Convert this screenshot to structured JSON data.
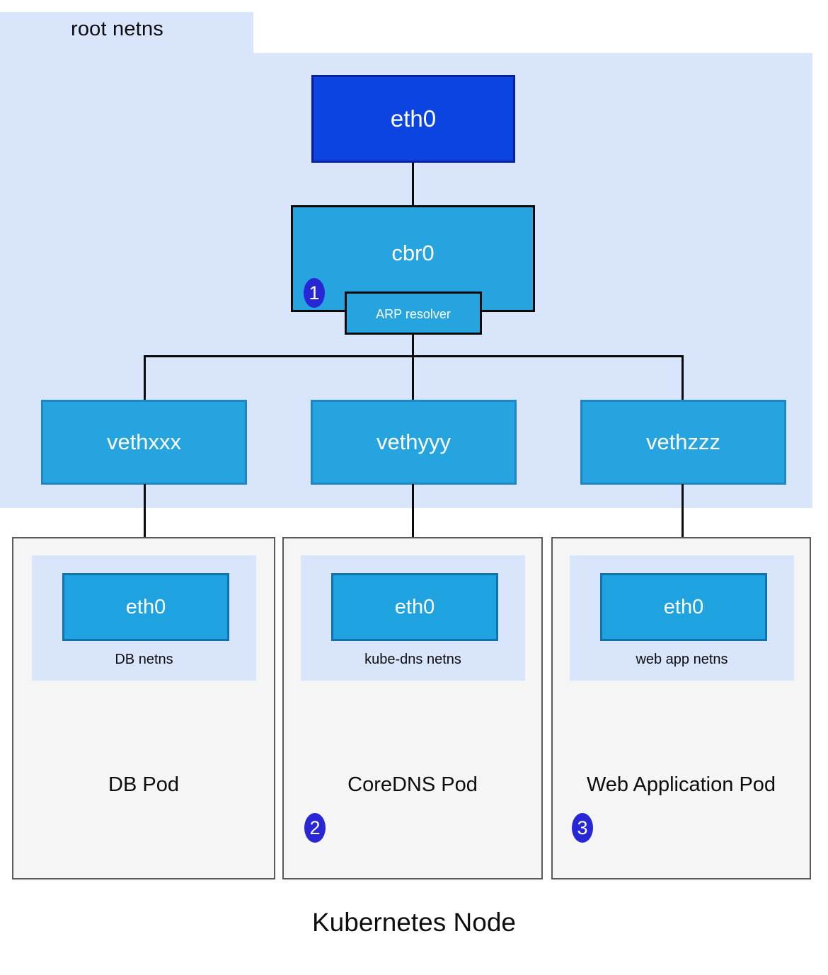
{
  "diagram": {
    "caption": "Kubernetes Node",
    "root_namespace": {
      "label": "root netns",
      "color": "#d9e5fb"
    },
    "nodes": {
      "host_nic": {
        "label": "eth0",
        "color": "#0b44e0",
        "border": "#0a1f9e"
      },
      "bridge": {
        "label": "cbr0",
        "color": "#25a4e0",
        "border": "#0a0a0a"
      },
      "arp_resolver": {
        "label": "ARP resolver",
        "color": "#25a4e0",
        "border": "#0a0a0a"
      }
    },
    "veth_pairs": [
      {
        "label": "vethxxx"
      },
      {
        "label": "vethyyy"
      },
      {
        "label": "vethzzz"
      }
    ],
    "pods": [
      {
        "title": "DB Pod",
        "netns_label": "DB netns",
        "interface_label": "eth0",
        "badge": null
      },
      {
        "title": "CoreDNS Pod",
        "netns_label": "kube-dns netns",
        "interface_label": "eth0",
        "badge": "2"
      },
      {
        "title": "Web Application Pod",
        "netns_label": "web app netns",
        "interface_label": "eth0",
        "badge": "3"
      }
    ],
    "badges": [
      {
        "number": "1",
        "anchor": "cbr0-bridge"
      },
      {
        "number": "2",
        "anchor": "coredns-pod"
      },
      {
        "number": "3",
        "anchor": "web-application-pod"
      }
    ],
    "colors": {
      "accent_blue": "#25a4e0",
      "host_nic_blue": "#0b44e0",
      "netns_fill": "#d9e5fb",
      "pod_fill": "#f5f5f5",
      "pod_border": "#5a5a5a",
      "badge_blue": "#2727d6",
      "line": "#0a0a0a"
    }
  }
}
